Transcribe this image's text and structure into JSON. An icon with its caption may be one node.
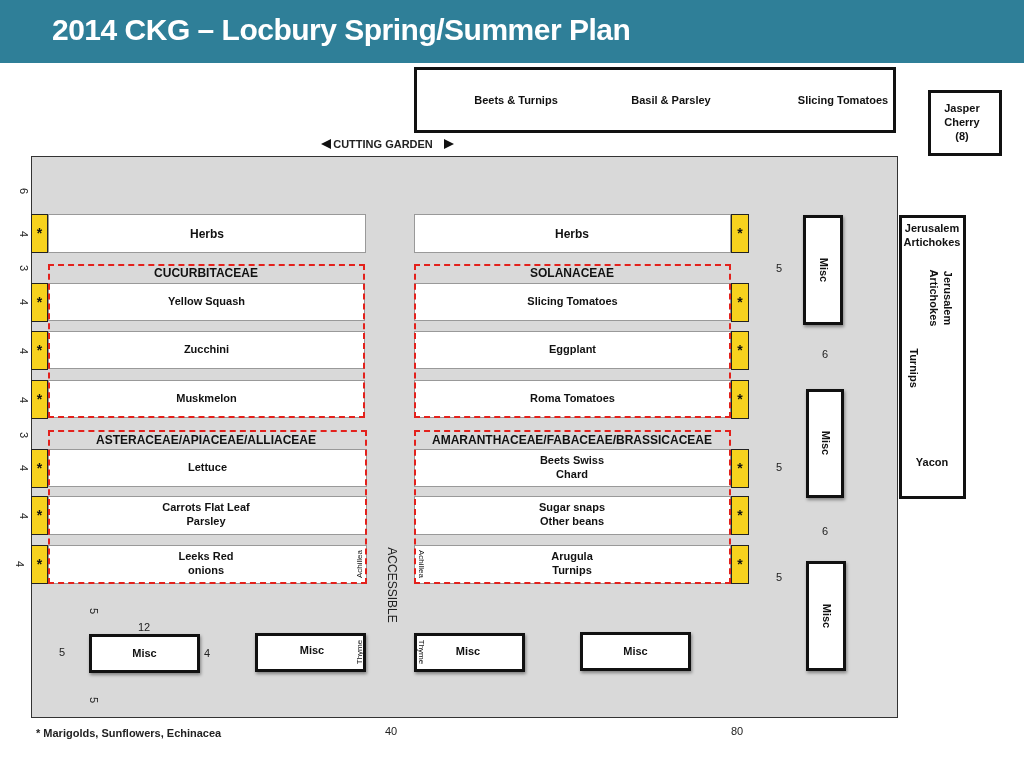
{
  "diagram": {
    "title": "2014 CKG – Locbury Spring/Summer Plan",
    "nodes": [
      {
        "text": [
          "Beets & Turnips",
          "Basil & Parsley",
          "Slicing Tomatoes"
        ]
      },
      {
        "text": [
          "Jasper Cherry (8)"
        ]
      },
      {
        "text": [],
        "shape": "box"
      },
      {
        "text": [
          "*"
        ],
        "in": 2
      },
      {
        "text": [
          "Herbs"
        ],
        "in": 2
      },
      {
        "text": [
          "Herbs"
        ],
        "in": 2
      },
      {
        "text": [
          "*"
        ],
        "in": 2
      },
      {
        "text": [
          "Misc"
        ],
        "in": 2
      },
      {
        "text": [
          "Jerusalem Artichokes",
          "Jerusalem Artichokes",
          "Turnips",
          "Yacon"
        ]
      },
      {
        "text": [
          "CUCURBITACEAE"
        ],
        "in": 2
      },
      {
        "text": [
          "SOLANACEAE"
        ],
        "in": 2
      },
      {
        "text": [
          "*"
        ],
        "in": 2
      },
      {
        "text": [
          "Yellow Squash"
        ],
        "in": 9
      },
      {
        "text": [
          "Slicing Tomatoes"
        ],
        "in": 10
      },
      {
        "text": [
          "*"
        ],
        "in": 2
      },
      {
        "text": [
          "*"
        ],
        "in": 2
      },
      {
        "text": [
          "Zucchini"
        ],
        "in": 9
      },
      {
        "text": [
          "Eggplant"
        ],
        "in": 10
      },
      {
        "text": [
          "*"
        ],
        "in": 2
      },
      {
        "text": [
          "*"
        ],
        "in": 2
      },
      {
        "text": [
          "Muskmelon"
        ],
        "in": 9
      },
      {
        "text": [
          "Roma Tomatoes"
        ],
        "in": 10
      },
      {
        "text": [
          "*"
        ],
        "in": 2
      },
      {
        "text": [
          "Misc"
        ],
        "in": 2
      },
      {
        "text": [
          "ASTERACEAE/APIACEAE/ALLIACEAE"
        ],
        "in": 2
      },
      {
        "text": [
          "AMARANTHACEAE/FABACEAE/BRASSICACEAE"
        ],
        "in": 2
      },
      {
        "text": [
          "*"
        ],
        "in": 2
      },
      {
        "text": [
          "Lettuce"
        ],
        "in": 24
      },
      {
        "text": [
          "Beets Swiss Chard"
        ],
        "in": 25
      },
      {
        "text": [
          "*"
        ],
        "in": 2
      },
      {
        "text": [
          "*"
        ],
        "in": 2
      },
      {
        "text": [
          "Carrots Flat Leaf Parsley"
        ],
        "in": 24
      },
      {
        "text": [
          "Sugar snaps Other beans"
        ],
        "in": 25
      },
      {
        "text": [
          "*"
        ],
        "in": 2
      },
      {
        "text": [
          "*"
        ],
        "in": 2
      },
      {
        "text": [
          "Leeks Red onions",
          "Achillea"
        ],
        "in": 24
      },
      {
        "text": [
          "Achillea",
          "Arugula Turnips"
        ],
        "in": 25
      },
      {
        "text": [
          "*"
        ],
        "in": 2
      },
      {
        "text": [
          "Misc"
        ],
        "in": 2
      },
      {
        "text": [
          "Misc"
        ],
        "in": 2
      },
      {
        "text": [
          "Misc",
          "Thyme"
        ],
        "in": 2
      },
      {
        "text": [
          "Thyme",
          "Misc"
        ],
        "in": 2
      },
      {
        "text": [
          "Misc"
        ],
        "in": 2
      }
    ],
    "labels": [
      "CUTTING GARDEN",
      "6",
      "4",
      "3",
      "4",
      "4",
      "4",
      "3",
      "4",
      "4",
      "4",
      "5",
      "6",
      "5",
      "6",
      "5",
      "ACCESSIBLE",
      "5",
      "12",
      "5",
      "4",
      "5",
      "* Marigolds, Sunflowers, Echinacea",
      "40",
      "80"
    ]
  }
}
